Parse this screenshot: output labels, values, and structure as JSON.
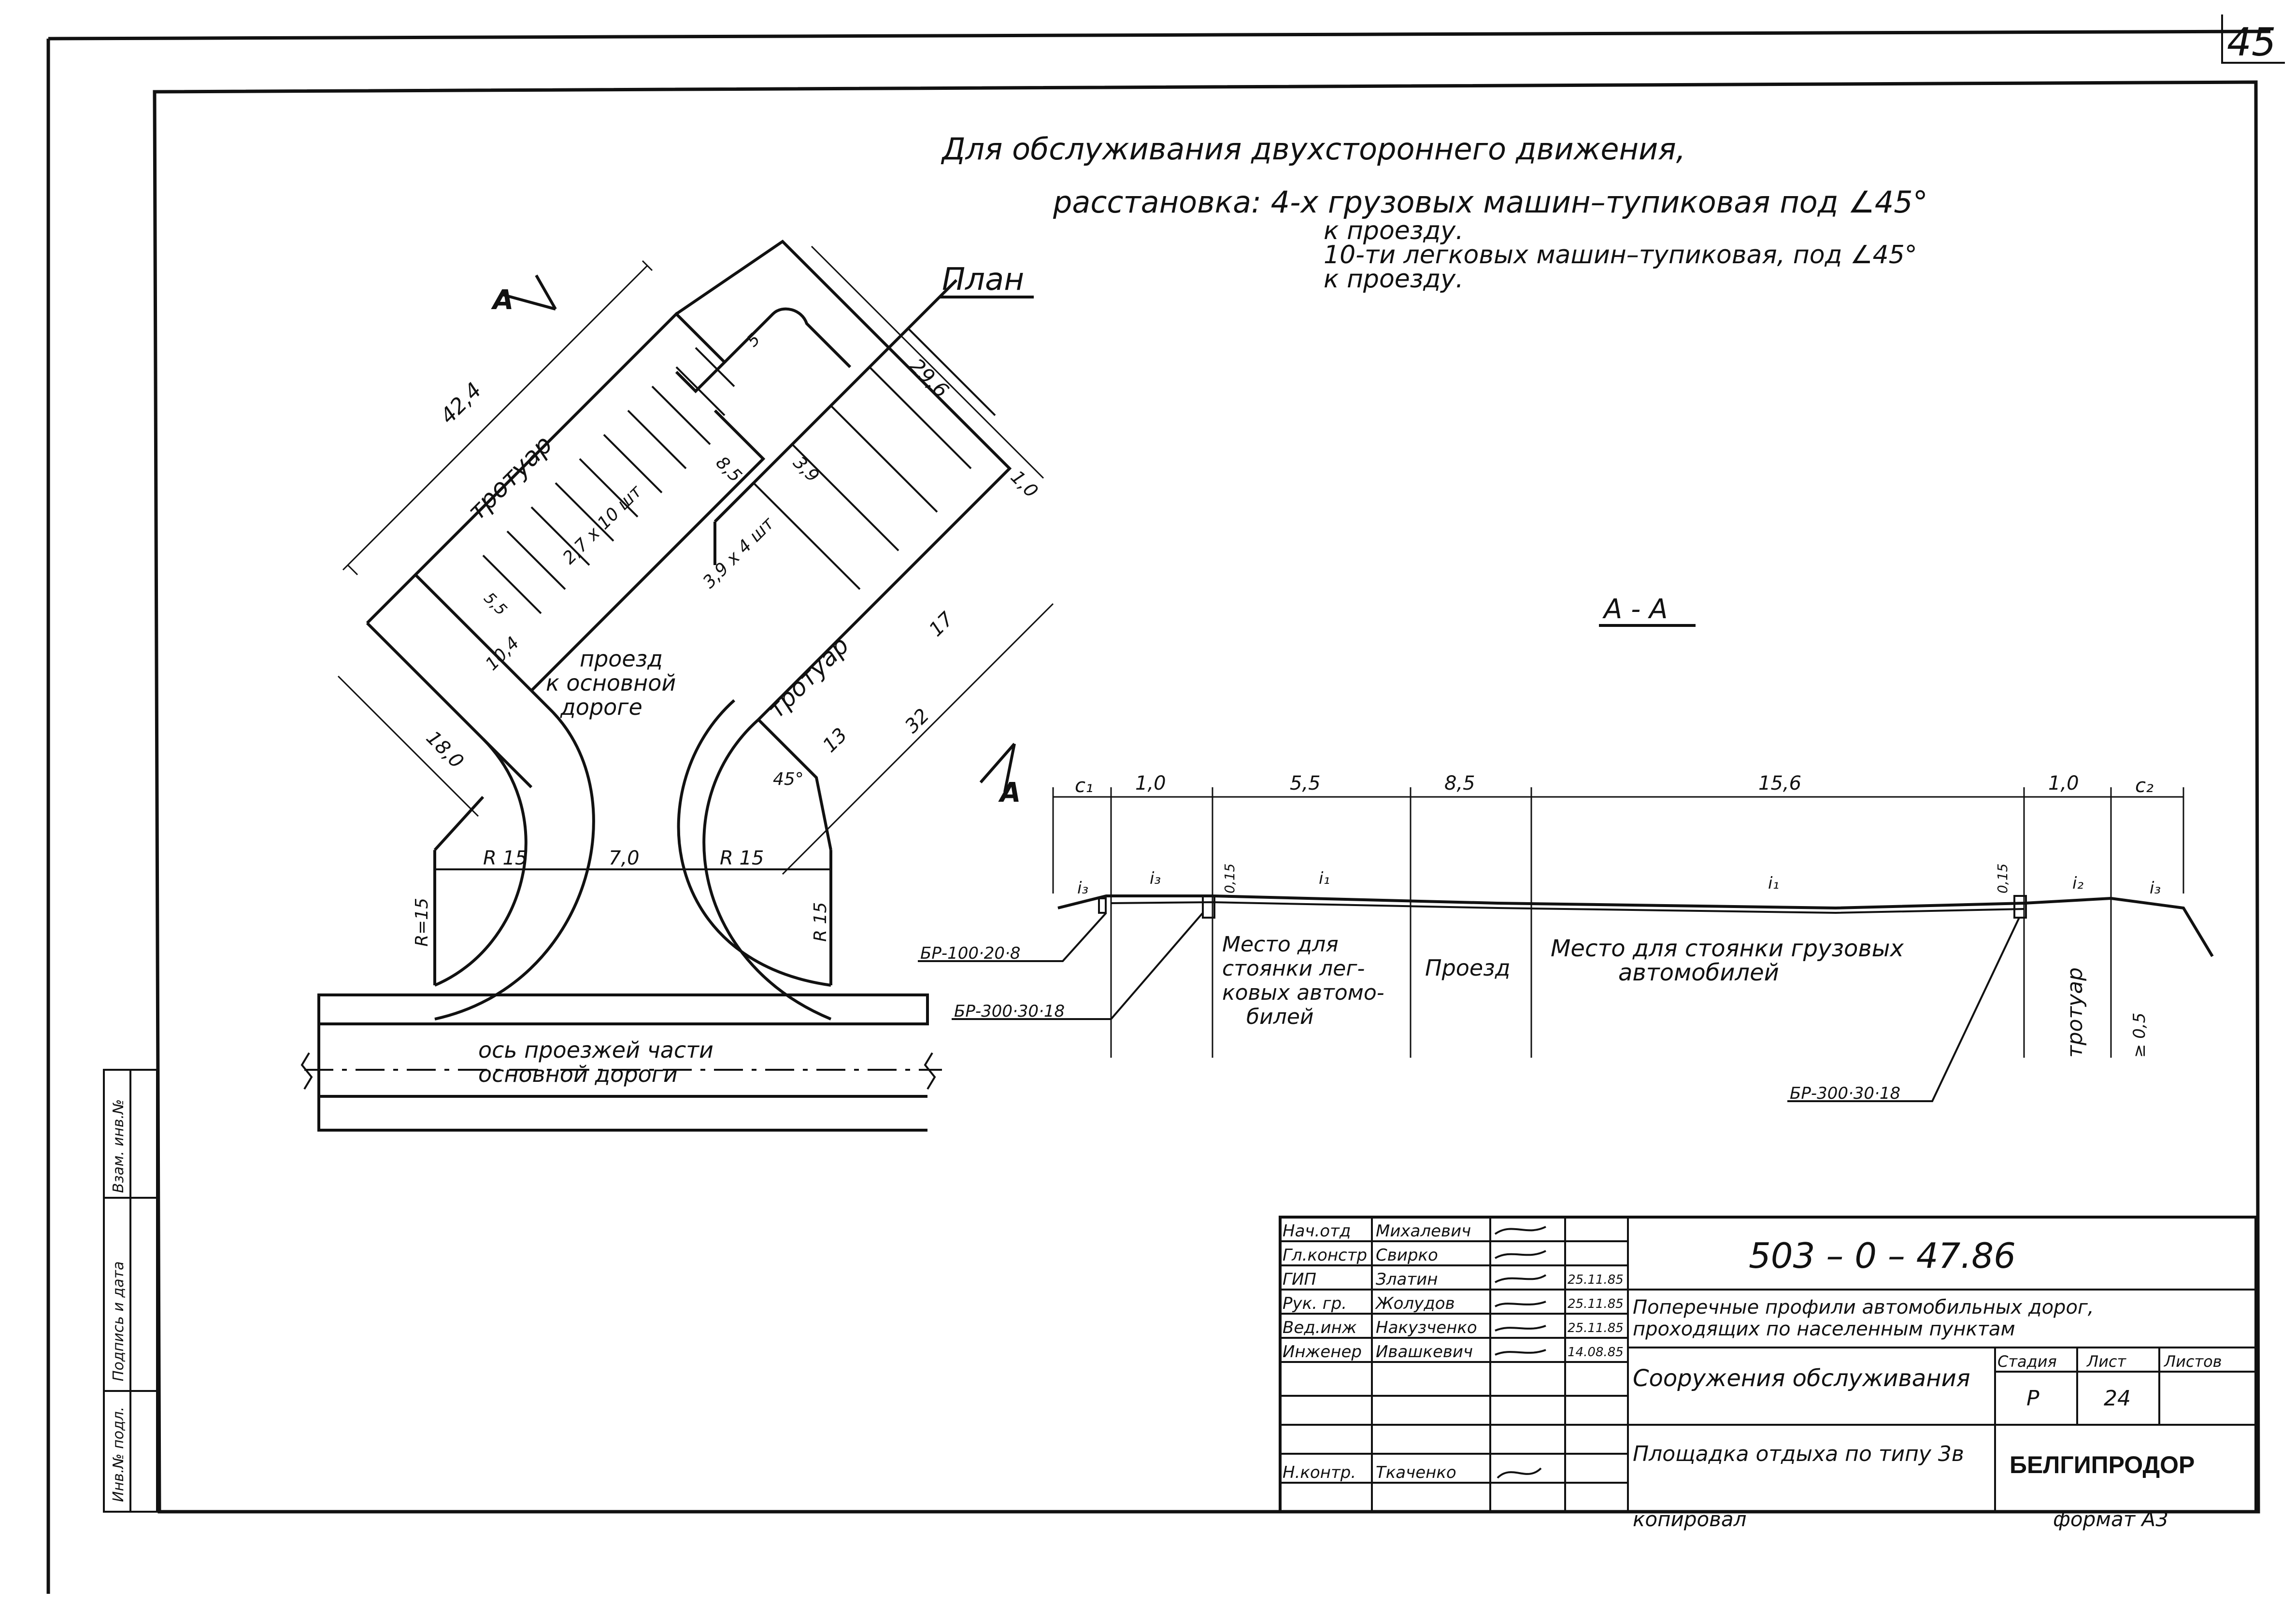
{
  "sheet": {
    "sheet_number": "45",
    "header_line1": "Для обслуживания двухстороннего движения,",
    "header_line2": "расстановка: 4-х грузовых машин–тупиковая под ∠45°",
    "header_line3": "к проезду.",
    "header_line4": "10-ти легковых машин–тупиковая, под ∠45°",
    "header_line5": "к проезду."
  },
  "plan": {
    "title": "План",
    "section_mark": "А",
    "dims": {
      "d42_4": "42,4",
      "d29_6": "29,6",
      "d1_0": "1,0",
      "d5": "5",
      "d8_5": "8,5",
      "d3_9": "3,9",
      "d2_7x10": "2,7 х 10 шт",
      "d3_9x4": "3,9 х 4 шт",
      "d5_5": "5,5",
      "d10_4": "10,4",
      "d18_0": "18,0",
      "d17": "17",
      "d13": "13",
      "d32": "32",
      "r15_left": "R 15",
      "r15_right": "R 15",
      "d7_0": "7,0",
      "r15_vleft": "R=15",
      "r15_vright": "R 15",
      "angle": "45°"
    },
    "labels": {
      "sidewalk_left": "тротуар",
      "sidewalk_right": "тротуар",
      "driveway_1": "проезд",
      "driveway_2": "к основной",
      "driveway_3": "дороге",
      "axis_1": "ось проезжей части",
      "axis_2": "основной дороги"
    }
  },
  "section": {
    "title": "А - А",
    "dims": [
      "с₁",
      "1,0",
      "5,5",
      "8,5",
      "15,6",
      "1,0",
      "с₂"
    ],
    "slopes": {
      "i3_left": "i₃",
      "i3_left2": "i₃",
      "i1_a": "i₁",
      "i1_b": "i₁",
      "i2": "i₂",
      "i3_right": "i₃",
      "h015_left": "0,15",
      "h015_right": "0,15",
      "h05": "≥ 0,5"
    },
    "callouts": {
      "br100": "БР-100·20·8",
      "br300_left": "БР-300·30·18",
      "br300_right": "БР-300·30·18"
    },
    "zones": {
      "cars_1": "Место для",
      "cars_2": "стоянки лег-",
      "cars_3": "ковых автомо-",
      "cars_4": "билей",
      "driveway": "Проезд",
      "trucks_1": "Место для стоянки грузовых",
      "trucks_2": "автомобилей",
      "sidewalk": "тротуар"
    }
  },
  "side_stamp": {
    "c1": "Инв.№ подл.",
    "c2": "Подпись и дата",
    "c3": "Взам. инв.№"
  },
  "title_block": {
    "roles": [
      "Нач.отд",
      "Гл.констр",
      "ГИП",
      "Рук. гр.",
      "Вед.инж",
      "Инженер",
      "",
      "",
      "",
      "Н.контр."
    ],
    "names": [
      "Михалевич",
      "Свирко",
      "Златин",
      "Жолудов",
      "Накузченко",
      "Ивашкевич",
      "",
      "",
      "",
      "Ткаченко"
    ],
    "dates": [
      "",
      "",
      "25.11.85",
      "25.11.85",
      "25.11.85",
      "14.08.85",
      "",
      "",
      "",
      ""
    ],
    "code": "503 – 0 – 47.86",
    "description_1": "Поперечные профили автомобильных дорог,",
    "description_2": "проходящих по населенным пунктам",
    "section_title": "Сооружения обслуживания",
    "stage_header": "Стадия",
    "sheet_header": "Лист",
    "sheets_header": "Листов",
    "stage_value": "Р",
    "sheet_value": "24",
    "drawing_title": "Площадка отдыха по типу 3в",
    "org": "БЕЛГИПРОДОР",
    "copied": "копировал",
    "format": "формат А3"
  }
}
